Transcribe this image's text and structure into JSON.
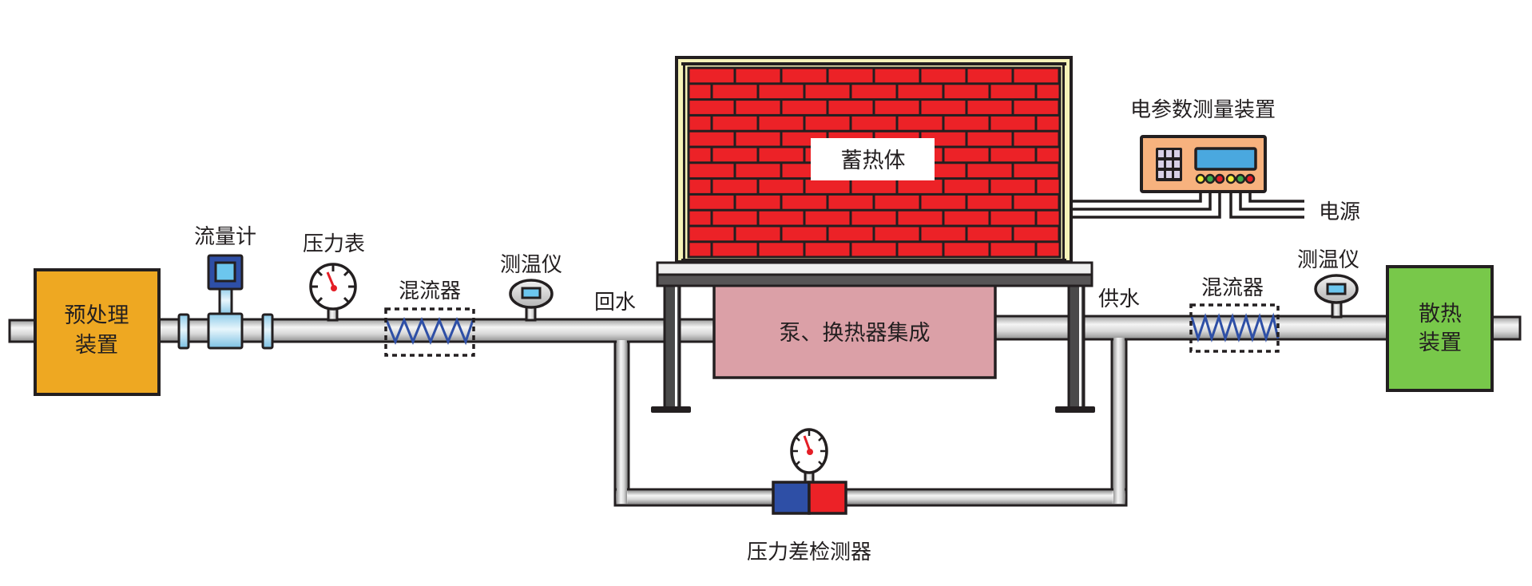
{
  "title": "蓄热供热系统示意图",
  "components": {
    "pretreatment": {
      "line1": "预处理",
      "line2": "装置",
      "color": "#EEA822"
    },
    "heat_dissipation": {
      "line1": "散热",
      "line2": "装置",
      "color": "#78C84A"
    },
    "flow_meter": {
      "label": "流量计"
    },
    "pressure_gauge": {
      "label": "压力表"
    },
    "mixer_left": {
      "label": "混流器"
    },
    "mixer_right": {
      "label": "混流器"
    },
    "thermometer_left": {
      "label": "测温仪"
    },
    "thermometer_right": {
      "label": "测温仪"
    },
    "return_water": {
      "label": "回水"
    },
    "supply_water": {
      "label": "供水"
    },
    "heat_storage": {
      "label": "蓄热体",
      "brick_color": "#EC2227"
    },
    "pump_exchanger": {
      "label": "泵、换热器集成",
      "color": "#DBA0A7"
    },
    "electric_meter": {
      "label": "电参数测量装置",
      "color": "#F7B27E",
      "display_color": "#4AA8DF"
    },
    "power_source": {
      "label": "电源"
    },
    "diff_pressure": {
      "label": "压力差检测器",
      "low_color": "#2E4FA6",
      "high_color": "#EC2227"
    }
  },
  "colors": {
    "outline": "#231f20",
    "pipe_light": "#f2f2f2",
    "pipe_dark": "#a6a6a6",
    "coil": "#2E4FA6",
    "needle": "#E41E26",
    "insulation": "#F6F3B8"
  }
}
